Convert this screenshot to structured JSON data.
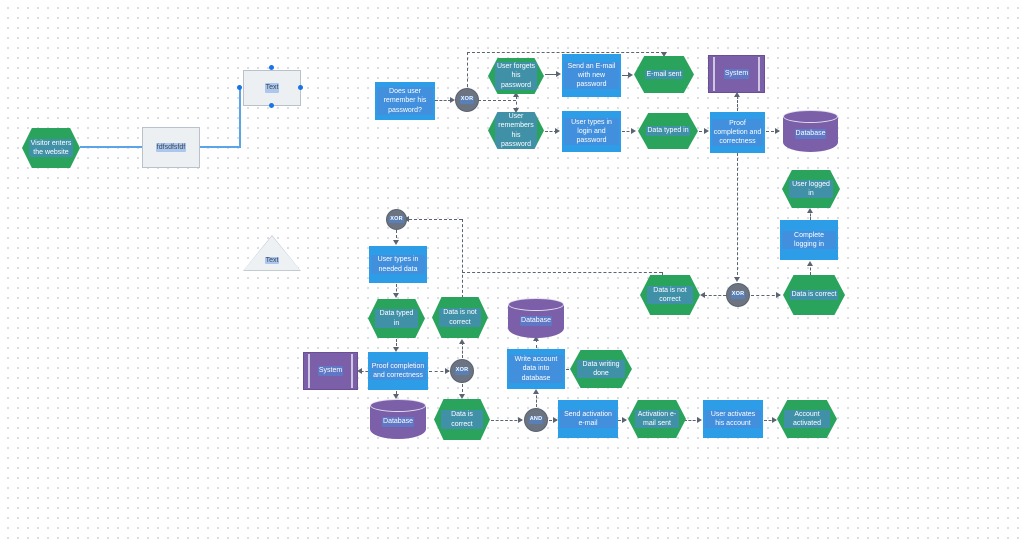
{
  "colors": {
    "event_green": "#2aa35c",
    "function_blue": "#2d9de8",
    "system_purple": "#7b5fa9",
    "operator_gray": "#6b7480",
    "edge_gray": "#5a6472",
    "selected_edge_blue": "#5ba4e8",
    "selection_handle_blue": "#1a73e8",
    "label_highlight": "rgba(77,134,214,0.62)"
  },
  "nodes": {
    "visitor": {
      "label": "Visitor enters the website",
      "type": "event"
    },
    "placeholder_box": {
      "label": "fdfsdfsfdf",
      "type": "text-box"
    },
    "text_box": {
      "label": "Text",
      "type": "text-box-selected"
    },
    "triangle": {
      "label": "Text",
      "type": "triangle"
    },
    "does_user": {
      "label": "Does user remember his password?",
      "type": "function"
    },
    "xor_top": {
      "label": "XOR",
      "type": "operator"
    },
    "forgets": {
      "label": "User forgets his password",
      "type": "event"
    },
    "send_email": {
      "label": "Send an E-mail with new password",
      "type": "function"
    },
    "email_sent": {
      "label": "E-mail sent",
      "type": "event"
    },
    "remembers": {
      "label": "User remembers his password",
      "type": "event"
    },
    "types_login": {
      "label": "User types in login and password",
      "type": "function"
    },
    "data_typed_top": {
      "label": "Data typed in",
      "type": "event"
    },
    "system_top": {
      "label": "System",
      "type": "system"
    },
    "proof_top": {
      "label": "Proof completion and correctness",
      "type": "function"
    },
    "database_top": {
      "label": "Database",
      "type": "database"
    },
    "user_logged_in": {
      "label": "User logged in",
      "type": "event"
    },
    "complete_logging": {
      "label": "Complete logging in",
      "type": "function"
    },
    "data_correct_right": {
      "label": "Data is correct",
      "type": "event"
    },
    "xor_right": {
      "label": "XOR",
      "type": "operator"
    },
    "data_not_correct_right": {
      "label": "Data is not correct",
      "type": "event"
    },
    "xor_mid": {
      "label": "XOR",
      "type": "operator"
    },
    "types_needed": {
      "label": "User types in needed data",
      "type": "function"
    },
    "data_typed_mid": {
      "label": "Data typed in",
      "type": "event"
    },
    "data_not_correct_mid": {
      "label": "Data is not correct",
      "type": "event"
    },
    "system_bottom": {
      "label": "System",
      "type": "system"
    },
    "proof_bottom": {
      "label": "Proof completion and correctness",
      "type": "function"
    },
    "xor_bottom": {
      "label": "XOR",
      "type": "operator"
    },
    "database_bottom": {
      "label": "Database",
      "type": "database"
    },
    "data_correct_bottom": {
      "label": "Data is correct",
      "type": "event"
    },
    "database_mid": {
      "label": "Database",
      "type": "database"
    },
    "write_account": {
      "label": "Write account data into database",
      "type": "function"
    },
    "data_writing_done": {
      "label": "Data writing done",
      "type": "event"
    },
    "and_op": {
      "label": "AND",
      "type": "operator"
    },
    "send_activation": {
      "label": "Send activation e-mail",
      "type": "function"
    },
    "activation_sent": {
      "label": "Activation e-mail sent",
      "type": "event"
    },
    "activates_account": {
      "label": "User activates his account",
      "type": "function"
    },
    "account_activated": {
      "label": "Account activated",
      "type": "event"
    }
  }
}
